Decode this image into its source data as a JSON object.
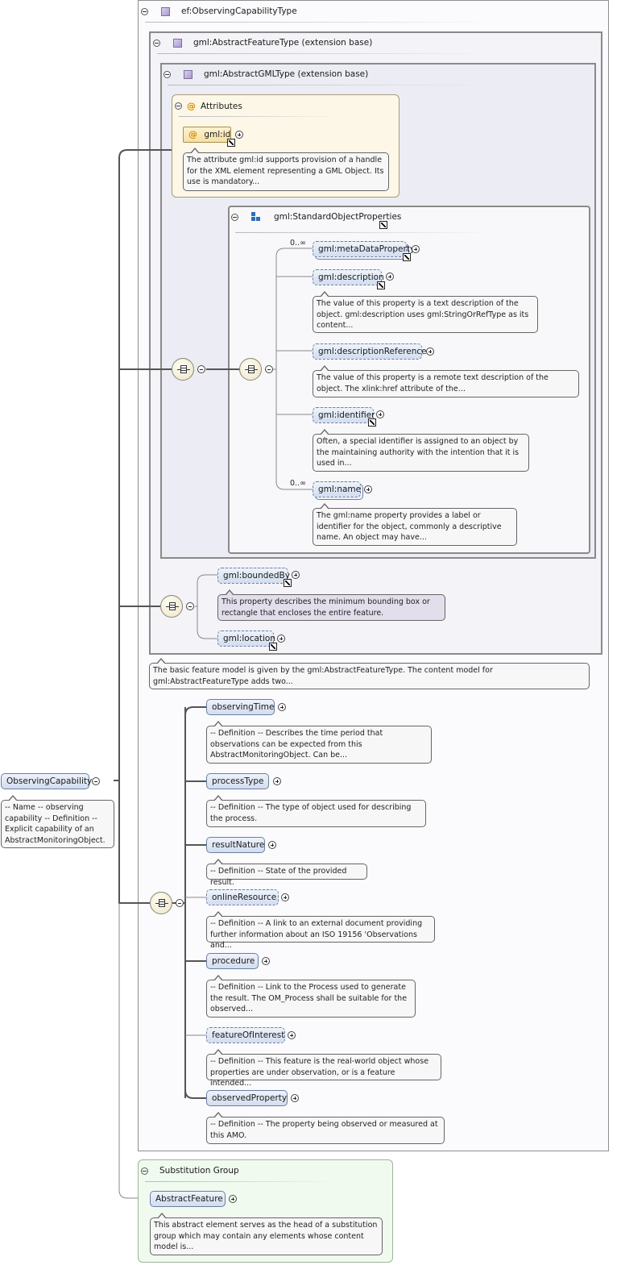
{
  "root": {
    "type_header": "ef:ObservingCapabilityType",
    "element": "ObservingCapability",
    "element_doc": "-- Name -- observing capability -- Definition -- Explicit capability of an AbstractMonitoringObject."
  },
  "extensions": {
    "feature_header": "gml:AbstractFeatureType (extension base)",
    "gml_header": "gml:AbstractGMLType (extension base)",
    "feature_doc": "The basic feature model is given by the gml:AbstractFeatureType. The content model for gml:AbstractFeatureType adds two..."
  },
  "attributes": {
    "header": "Attributes",
    "at_symbol": "@",
    "id_label": "gml:id",
    "id_doc": "The attribute gml:id supports provision of a handle for the XML element representing a GML Object. Its use is mandatory..."
  },
  "standard_object_properties": {
    "header": "gml:StandardObjectProperties",
    "items": [
      {
        "label": "gml:metaDataProperty",
        "cardinality": "0..∞",
        "doc": ""
      },
      {
        "label": "gml:description",
        "cardinality": "",
        "doc": "The value of this property is a text description of the object. gml:description uses gml:StringOrRefType as its content..."
      },
      {
        "label": "gml:descriptionReference",
        "cardinality": "",
        "doc": "The value of this property is a remote text description of the object. The xlink:href attribute of the..."
      },
      {
        "label": "gml:identifier",
        "cardinality": "",
        "doc": "Often, a special identifier is assigned to an object by the maintaining authority with the intention that it is used in..."
      },
      {
        "label": "gml:name",
        "cardinality": "0..∞",
        "doc": "The gml:name property provides a label or identifier for the object, commonly a descriptive name. An object may have..."
      }
    ]
  },
  "feature_props": {
    "bounded_by": "gml:boundedBy",
    "bounded_by_doc": "This property describes the minimum bounding box or rectangle that encloses the entire feature.",
    "location": "gml:location"
  },
  "observing_props": [
    {
      "label": "observingTime",
      "doc": "-- Definition -- Describes the time period that observations can be expected from this AbstractMonitoringObject. Can be..."
    },
    {
      "label": "processType",
      "doc": "-- Definition -- The type of object used for describing the process."
    },
    {
      "label": "resultNature",
      "doc": "-- Definition -- State of the provided result."
    },
    {
      "label": "onlineResource",
      "doc": "-- Definition -- A link to an external document providing further information about an ISO 19156 'Observations and..."
    },
    {
      "label": "procedure",
      "doc": "-- Definition -- Link to the Process used to generate the result. The OM_Process shall be suitable for the observed..."
    },
    {
      "label": "featureOfInterest",
      "doc": "-- Definition -- This feature is the real-world object whose properties are under observation, or is a feature intended..."
    },
    {
      "label": "observedProperty",
      "doc": "-- Definition -- The property being observed or measured at this AMO."
    }
  ],
  "substitution": {
    "header": "Substitution Group",
    "element": "AbstractFeature",
    "doc": "This abstract element serves as the head of a substitution group which may contain any elements whose content model is..."
  },
  "colors": {
    "element_fill": "#d2ddef",
    "attribute_fill": "#fcf7e6",
    "substitution_fill": "#f0faef",
    "icon_accent": "#2f6db5"
  }
}
